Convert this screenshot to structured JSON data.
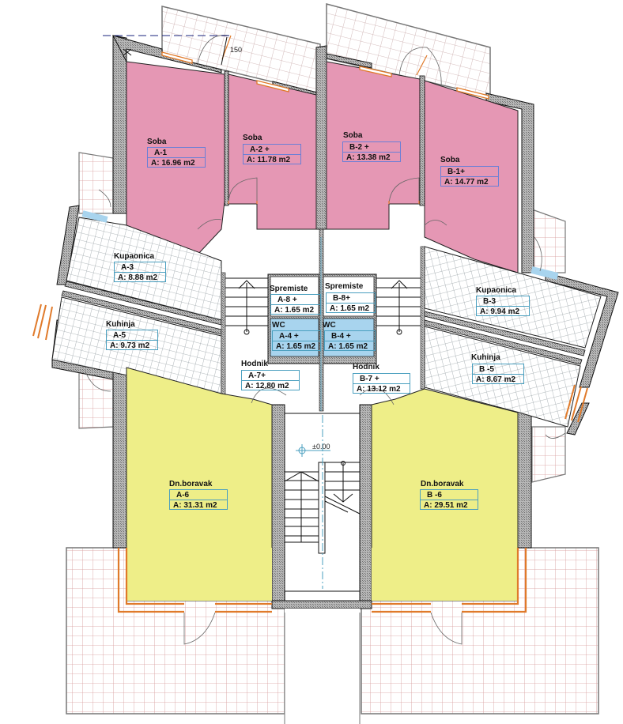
{
  "plan": {
    "dimension_label": "150",
    "elevation_label": "±0.00",
    "colors": {
      "bedroom": "#e597b4",
      "living": "#eeee88",
      "tile": "#ffffff",
      "tile_grid": "#9aa3a8",
      "terrace_grid": "#d69a9a",
      "wall_hatch": "#9a9a9a",
      "window": "#e07a2a",
      "wet": "#a8d4ee",
      "stamp_border": "#6b7fd6",
      "stamp_border_teal": "#4a9fbf",
      "axis": "#2a8fbf"
    },
    "rooms": [
      {
        "id": "A-1",
        "name": "Soba",
        "number": "A-1",
        "area": "A: 16.96 m2"
      },
      {
        "id": "A-2",
        "name": "Soba",
        "number": "A-2 +",
        "area": "A: 11.78 m2"
      },
      {
        "id": "B-2",
        "name": "Soba",
        "number": "B-2 +",
        "area": "A: 13.38 m2"
      },
      {
        "id": "B-1",
        "name": "Soba",
        "number": "B-1+",
        "area": "A: 14.77 m2"
      },
      {
        "id": "A-3",
        "name": "Kupaonica",
        "number": "A-3",
        "area": "A: 8.88 m2"
      },
      {
        "id": "A-5",
        "name": "Kuhinja",
        "number": "A-5",
        "area": "A: 9.73 m2"
      },
      {
        "id": "A-8",
        "name": "Spremiste",
        "number": "A-8   +",
        "area": "A: 1.65 m2"
      },
      {
        "id": "B-8",
        "name": "Spremiste",
        "number": "B-8+",
        "area": "A: 1.65 m2"
      },
      {
        "id": "A-4",
        "name": "WC",
        "number": "A-4 +",
        "area": "A: 1.65 m2"
      },
      {
        "id": "B-4",
        "name": "WC",
        "number": "B-4 +",
        "area": "A: 1.65 m2"
      },
      {
        "id": "A-7",
        "name": "Hodnik",
        "number": "A-7+",
        "area": "A: 12.80 m2"
      },
      {
        "id": "B-7",
        "name": "Hodnik",
        "number": "B-7    +",
        "area": "A: 13.12 m2"
      },
      {
        "id": "B-3",
        "name": "Kupaonica",
        "number": "B-3",
        "area": "A: 9.94 m2"
      },
      {
        "id": "B-5",
        "name": "Kuhinja",
        "number": "B -5",
        "area": "A: 8.67 m2"
      },
      {
        "id": "A-6",
        "name": "Dn.boravak",
        "number": "A-6",
        "area": "A: 31.31 m2"
      },
      {
        "id": "B-6",
        "name": "Dn.boravak",
        "number": "B -6",
        "area": "A: 29.51 m2"
      }
    ]
  }
}
